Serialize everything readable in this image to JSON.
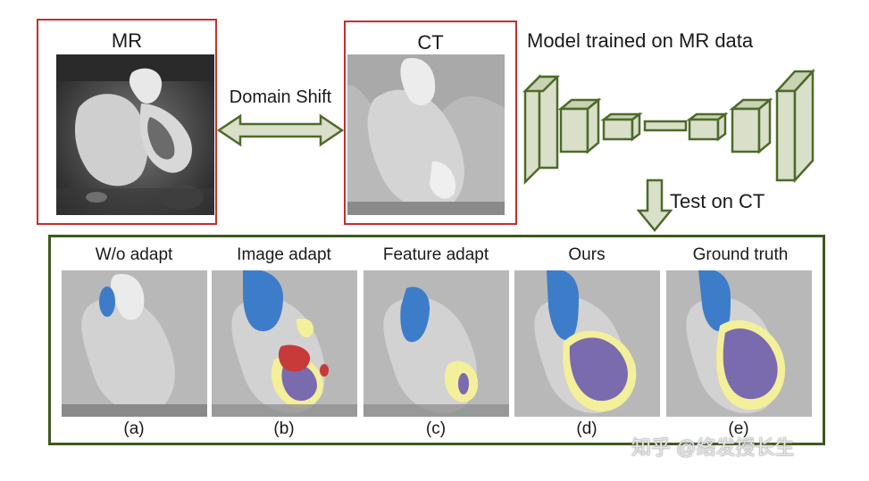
{
  "mr_panel": {
    "title": "MR"
  },
  "ct_panel": {
    "title": "CT"
  },
  "arrow_label": "Domain Shift",
  "model_label": "Model trained on MR data",
  "test_label": "Test on CT",
  "results": [
    {
      "title": "W/o adapt",
      "caption": "(a)"
    },
    {
      "title": "Image adapt",
      "caption": "(b)"
    },
    {
      "title": "Feature adapt",
      "caption": "(c)"
    },
    {
      "title": "Ours",
      "caption": "(d)"
    },
    {
      "title": "Ground truth",
      "caption": "(e)"
    }
  ],
  "watermark": "知乎 @络发授长生",
  "colors": {
    "frame_red": "#c0302e",
    "frame_green": "#3d5a1c",
    "arrow_fill": "#d9dfc9",
    "arrow_stroke": "#4e6a2a",
    "seg_blue": "#3d7cc9",
    "seg_purple": "#7a6aae",
    "seg_yellow": "#f3ef9a",
    "seg_red": "#c8393a"
  }
}
